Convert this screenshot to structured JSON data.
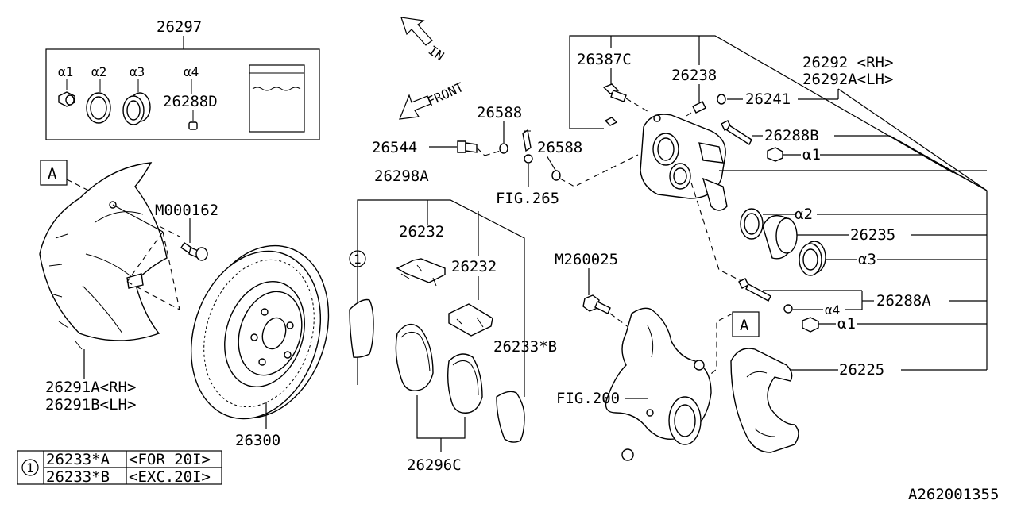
{
  "diagram_id": "A262001355",
  "kit": {
    "number": "26297",
    "items": [
      "α1",
      "α2",
      "α3",
      "α4"
    ],
    "item4_part": "26288D"
  },
  "directions": {
    "in": "IN",
    "front": "FRONT"
  },
  "marker_a": "A",
  "note_circle": "1",
  "labels": {
    "shield_rh": "26291A<RH>",
    "shield_lh": "26291B<LH>",
    "bolt_shield": "M000162",
    "rotor": "26300",
    "bracket_kit": "26298A",
    "clip_upper": "26232",
    "clip_lower": "26232",
    "shim_b": "26233*B",
    "pad_set": "26296C",
    "bleeder_bolt": "26544",
    "washer_1": "26588",
    "washer_2": "26588",
    "fig_hose": "FIG.265",
    "bolt_caliper": "26387C",
    "bleeder_screw": "26238",
    "caliper_rh": "26292 <RH>",
    "caliper_lh": "26292A<LH>",
    "cap": "26241",
    "pin_b": "26288B",
    "a1_top": "α1",
    "a2": "α2",
    "piston": "26235",
    "a3": "α3",
    "bolt_bracket": "M260025",
    "pin_a": "26288A",
    "a4": "α4",
    "a1_bottom": "α1",
    "support": "26225",
    "fig_knuckle": "FIG.200"
  },
  "note_table": [
    {
      "part": "26233*A",
      "desc": "<FOR 20I>"
    },
    {
      "part": "26233*B",
      "desc": "<EXC.20I>"
    }
  ]
}
